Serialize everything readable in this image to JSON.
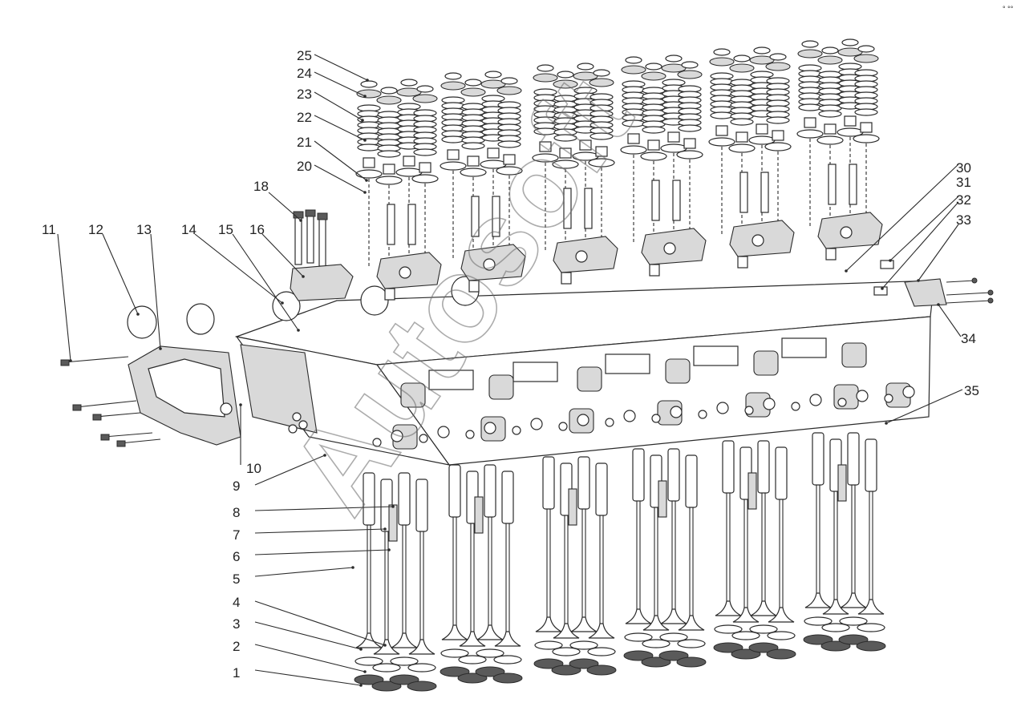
{
  "diagram": {
    "watermark": "Autosoft",
    "callouts": [
      {
        "label": "1"
      },
      {
        "label": "2"
      },
      {
        "label": "3"
      },
      {
        "label": "4"
      },
      {
        "label": "5"
      },
      {
        "label": "6"
      },
      {
        "label": "7"
      },
      {
        "label": "8"
      },
      {
        "label": "9"
      },
      {
        "label": "10"
      },
      {
        "label": "11"
      },
      {
        "label": "12"
      },
      {
        "label": "13"
      },
      {
        "label": "14"
      },
      {
        "label": "15"
      },
      {
        "label": "16"
      },
      {
        "label": "18"
      },
      {
        "label": "20"
      },
      {
        "label": "21"
      },
      {
        "label": "22"
      },
      {
        "label": "23"
      },
      {
        "label": "24"
      },
      {
        "label": "25"
      },
      {
        "label": "30"
      },
      {
        "label": "31"
      },
      {
        "label": "32"
      },
      {
        "label": "33"
      },
      {
        "label": "34"
      },
      {
        "label": "35"
      }
    ]
  }
}
